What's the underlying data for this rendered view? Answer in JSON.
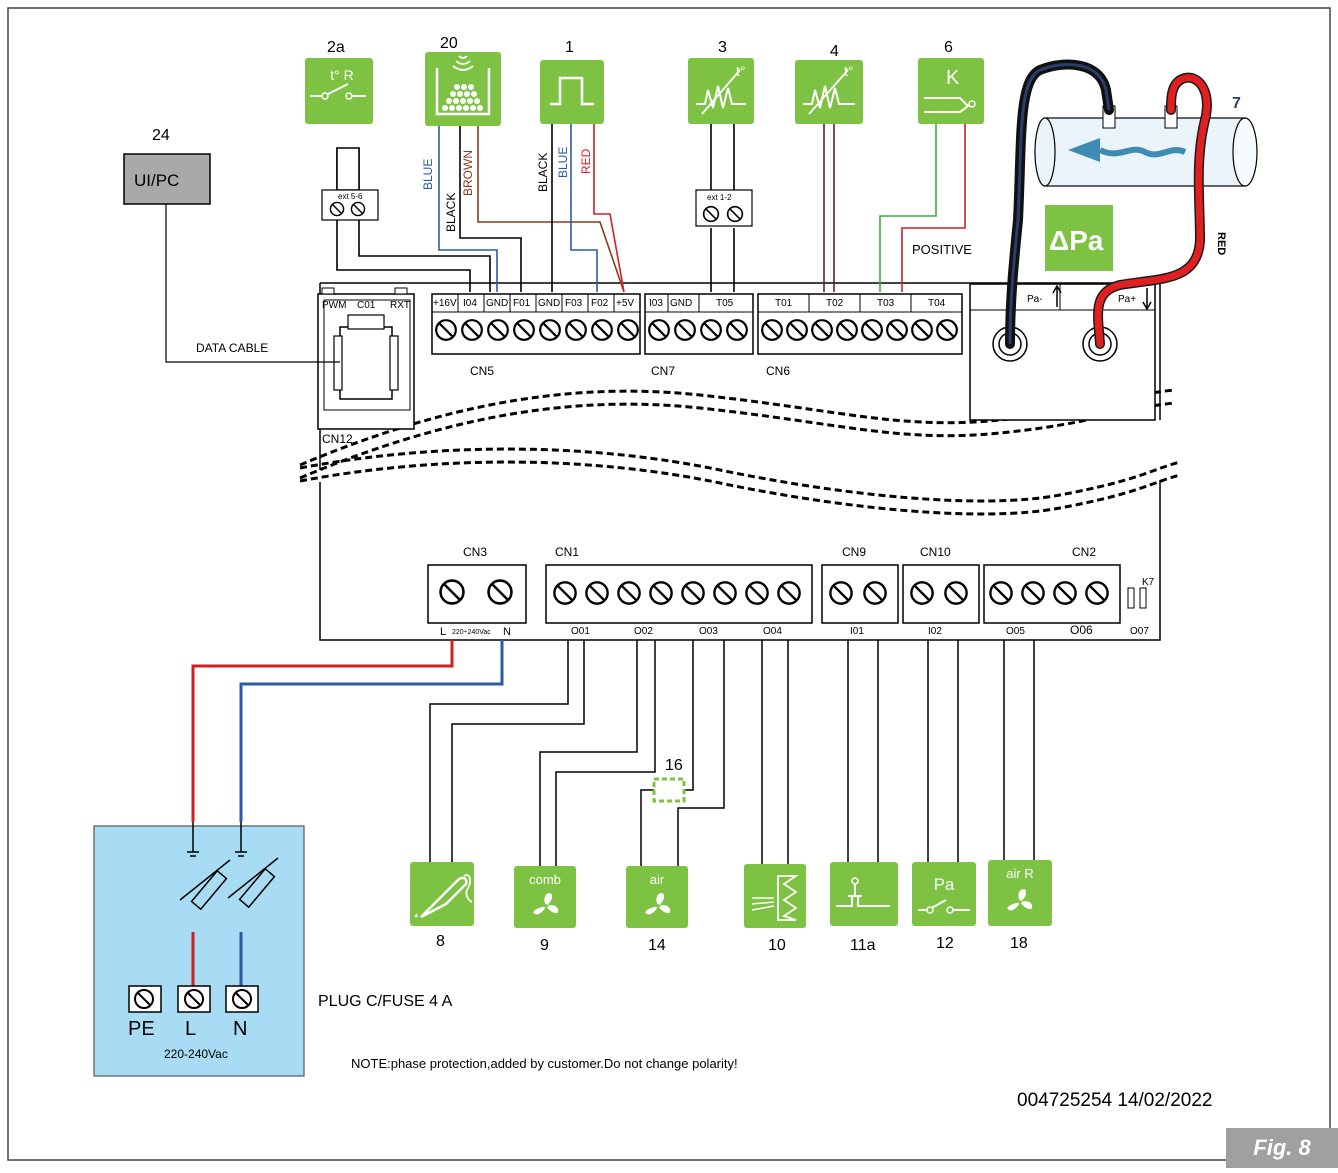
{
  "figure_label": "Fig. 8",
  "doc_id": "004725254 14/02/2022",
  "note": "NOTE:phase protection,added by customer.Do not change polarity!",
  "plug_label": "PLUG C/FUSE 4 A",
  "supply": {
    "voltage": "220-240Vac",
    "terminals": [
      "PE",
      "L",
      "N"
    ]
  },
  "ui_pc": {
    "number": "24",
    "label": "UI/PC",
    "cable": "DATA CABLE"
  },
  "top_components": [
    {
      "id": "2a",
      "symbol": "thermostat-room-icon",
      "text": "t° R"
    },
    {
      "id": "20",
      "symbol": "pellet-level-sensor-icon",
      "text": ""
    },
    {
      "id": "1",
      "symbol": "encoder-pulse-icon",
      "text": ""
    },
    {
      "id": "3",
      "symbol": "ntc-probe-icon",
      "text": "t°"
    },
    {
      "id": "4",
      "symbol": "ntc-probe-icon",
      "text": "t°"
    },
    {
      "id": "6",
      "symbol": "thermocouple-k-icon",
      "text": "K"
    },
    {
      "id": "7",
      "symbol": "flow-tube-icon",
      "text": ""
    }
  ],
  "bottom_components": [
    {
      "id": "8",
      "symbol": "igniter-icon",
      "text": ""
    },
    {
      "id": "9",
      "symbol": "fan-icon",
      "text": "comb"
    },
    {
      "id": "14",
      "symbol": "fan-icon",
      "text": "air"
    },
    {
      "id": "10",
      "symbol": "auger-motor-icon",
      "text": ""
    },
    {
      "id": "11a",
      "symbol": "safety-switch-icon",
      "text": ""
    },
    {
      "id": "12",
      "symbol": "pressure-switch-icon",
      "text": "Pa"
    },
    {
      "id": "18",
      "symbol": "fan-icon",
      "text": "air R"
    }
  ],
  "suppressor": {
    "id": "16"
  },
  "delta_pa": "ΔPa",
  "wire_labels": {
    "c20": [
      "BLUE",
      "BLACK",
      "BROWN"
    ],
    "c1": [
      "BLACK",
      "BLUE",
      "RED"
    ],
    "c6": "POSITIVE",
    "c7": "RED",
    "ext56": "ext 5-6",
    "ext12": "ext 1-2"
  },
  "connectors": {
    "CN5": {
      "name": "CN5",
      "pins": [
        "+16V",
        "I04",
        "GND",
        "F01",
        "GND",
        "F03",
        "F02",
        "+5V"
      ]
    },
    "CN7": {
      "name": "CN7",
      "pins": [
        "I03",
        "GND",
        "T05"
      ]
    },
    "CN6": {
      "name": "CN6",
      "pins": [
        "T01",
        "T02",
        "T03",
        "T04"
      ]
    },
    "CN12": {
      "name": "CN12",
      "pins": [
        "PWM",
        "C01",
        "RXT"
      ]
    },
    "PA": {
      "minus": "Pa-",
      "plus": "Pa+"
    },
    "CN3": {
      "name": "CN3",
      "l": "L",
      "volt": "220÷240Vac",
      "n": "N"
    },
    "CN1": {
      "name": "CN1",
      "outs": [
        "O01",
        "O02",
        "O03",
        "O04"
      ]
    },
    "CN9": {
      "name": "CN9",
      "ins": [
        "I01"
      ]
    },
    "CN10": {
      "name": "CN10",
      "ins": [
        "I02"
      ]
    },
    "CN2": {
      "name": "CN2",
      "outs": [
        "O05",
        "O06"
      ]
    },
    "K7": {
      "name": "K7",
      "out": "O07"
    }
  },
  "colors": {
    "component_green": "#7dc242",
    "supply_panel": "#a8dcf5",
    "wire_red": "#d02020",
    "wire_blue": "#2a5aa8",
    "wire_brown": "#8b3a1a",
    "badge_gray": "#a0a0a0"
  }
}
